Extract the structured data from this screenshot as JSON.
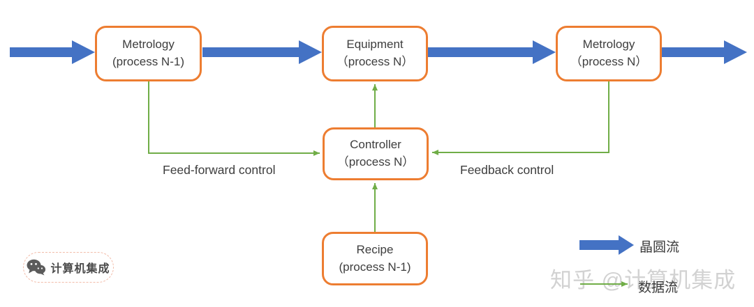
{
  "diagram": {
    "nodes": [
      {
        "id": "metrology-n1",
        "line1": "Metrology",
        "line2": "(process N-1)"
      },
      {
        "id": "equipment-n",
        "line1": "Equipment",
        "line2": "（process N）"
      },
      {
        "id": "metrology-n",
        "line1": "Metrology",
        "line2": "（process N）"
      },
      {
        "id": "controller-n",
        "line1": "Controller",
        "line2": "（process N）"
      },
      {
        "id": "recipe-n1",
        "line1": "Recipe",
        "line2": "(process N-1)"
      }
    ],
    "edges": [
      {
        "from": "metrology-n1",
        "to": "controller-n",
        "label": "Feed-forward control",
        "type": "data"
      },
      {
        "from": "metrology-n",
        "to": "controller-n",
        "label": "Feedback control",
        "type": "data"
      },
      {
        "from": "controller-n",
        "to": "equipment-n",
        "label": "",
        "type": "data"
      },
      {
        "from": "recipe-n1",
        "to": "controller-n",
        "label": "",
        "type": "data"
      },
      {
        "from": "input",
        "to": "metrology-n1",
        "label": "",
        "type": "wafer"
      },
      {
        "from": "metrology-n1",
        "to": "equipment-n",
        "label": "",
        "type": "wafer"
      },
      {
        "from": "equipment-n",
        "to": "metrology-n",
        "label": "",
        "type": "wafer"
      },
      {
        "from": "metrology-n",
        "to": "output",
        "label": "",
        "type": "wafer"
      }
    ],
    "edge_labels": {
      "feed_forward": "Feed-forward control",
      "feedback": "Feedback control"
    }
  },
  "legend": {
    "wafer_flow_label": "晶圆流",
    "data_flow_label": "数据流"
  },
  "watermark_text": "知乎 @计算机集成",
  "badge": {
    "name": "计算机集成"
  },
  "colors": {
    "wafer_flow_blue": "#4472C4",
    "data_flow_green": "#70AD47",
    "node_border_orange": "#ED7D31",
    "text_dark": "#3d3d3d",
    "watermark_gray": "#d2d2d2"
  }
}
